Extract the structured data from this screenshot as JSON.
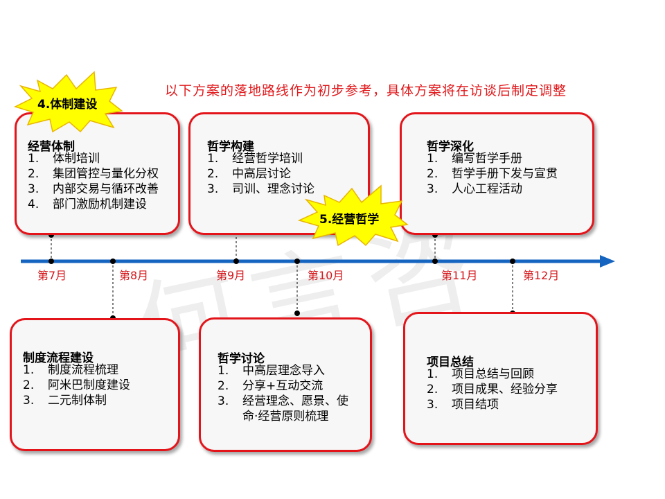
{
  "note": "以下方案的落地路线作为初步参考，具体方案将在访谈后制定调整",
  "watermark": "何言咨",
  "colors": {
    "accent_red": "#e3151b",
    "timeline_blue": "#1565c0",
    "burst_yellow": "#ffff00"
  },
  "bursts": [
    {
      "label": "4.体制建设"
    },
    {
      "label": "5.经营哲学"
    }
  ],
  "months": [
    "第7月",
    "第8月",
    "第9月",
    "第10月",
    "第11月",
    "第12月"
  ],
  "boxes": [
    {
      "title": "经营体制",
      "items": [
        {
          "num": "1.",
          "text": "体制培训"
        },
        {
          "num": "2.",
          "text": "集团管控与量化分权"
        },
        {
          "num": "3.",
          "text": "内部交易与循环改善"
        },
        {
          "num": "4.",
          "text": "部门激励机制建设"
        }
      ]
    },
    {
      "title": "哲学构建",
      "items": [
        {
          "num": "1.",
          "text": "经营哲学培训"
        },
        {
          "num": "2.",
          "text": "中高层讨论"
        },
        {
          "num": "3.",
          "text": "司训、理念讨论"
        }
      ]
    },
    {
      "title": "哲学深化",
      "items": [
        {
          "num": "1.",
          "text": "编写哲学手册"
        },
        {
          "num": "2.",
          "text": "哲学手册下发与宣贯"
        },
        {
          "num": "3.",
          "text": "人心工程活动"
        }
      ]
    },
    {
      "title": "制度流程建设",
      "items": [
        {
          "num": "1.",
          "text": "制度流程梳理"
        },
        {
          "num": "2.",
          "text": "阿米巴制度建设"
        },
        {
          "num": "3.",
          "text": "二元制体制"
        }
      ]
    },
    {
      "title": "哲学讨论",
      "items": [
        {
          "num": "1.",
          "text": "中高层理念导入"
        },
        {
          "num": "2.",
          "text": "分享+互动交流"
        },
        {
          "num": "3.",
          "text": "经营理念、愿景、使命·经营原则梳理"
        }
      ]
    },
    {
      "title": "项目总结",
      "items": [
        {
          "num": "1.",
          "text": "项目总结与回顾"
        },
        {
          "num": "2.",
          "text": "项目成果、经验分享"
        },
        {
          "num": "3.",
          "text": "项目结项"
        }
      ]
    }
  ]
}
